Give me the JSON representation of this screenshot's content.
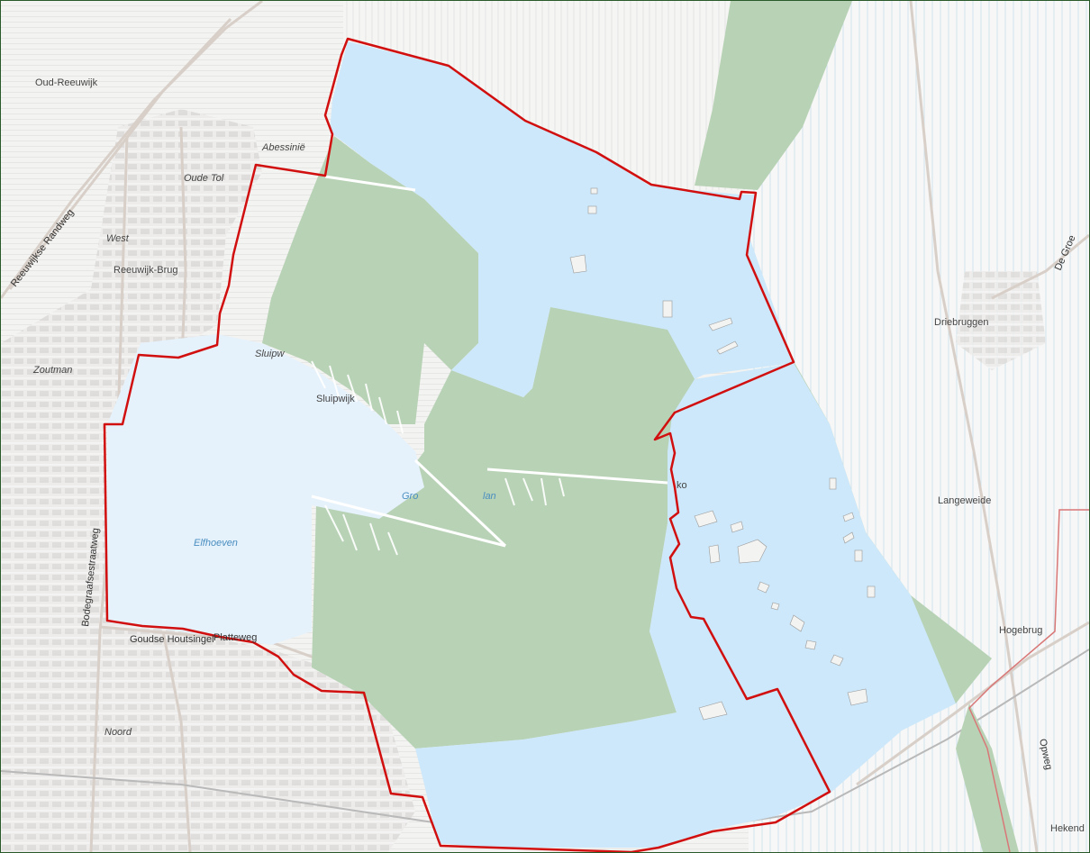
{
  "map": {
    "place_labels": {
      "oud_reeuwijk": "Oud-Reeuwijk",
      "abessinie": "Abessinië",
      "oude_tol": "Oude Tol",
      "west": "West",
      "reeuwijk_brug": "Reeuwijk-Brug",
      "zoutman": "Zoutman",
      "sluipwijk_small": "Sluipw",
      "sluipwijk": "Sluipwijk",
      "driebruggen": "Driebruggen",
      "langeweide": "Langeweide",
      "hogebrug": "Hogebrug",
      "noord": "Noord",
      "hekend": "Hekend",
      "ko": "ko"
    },
    "water_labels": {
      "elfhoeven": "Elfhoeven",
      "gro": "Gro",
      "plas_fragment": "lan"
    },
    "road_labels": {
      "reeuwijkse_randweg": "Reeuwijkse Randweg",
      "bodegraafsestraatweg": "Bodegraafsestraatweg",
      "goudse_houtsingel": "Goudse Houtsingel",
      "platteweg": "Platteweg",
      "opweg": "Opweg",
      "de_groen": "De Groe"
    },
    "colors": {
      "boundary": "#d10f0f",
      "water": "#cde8fa",
      "water_light": "#e6f2fb",
      "forest": "#b8d2b6",
      "neighbor_boundary": "#d97777"
    }
  }
}
